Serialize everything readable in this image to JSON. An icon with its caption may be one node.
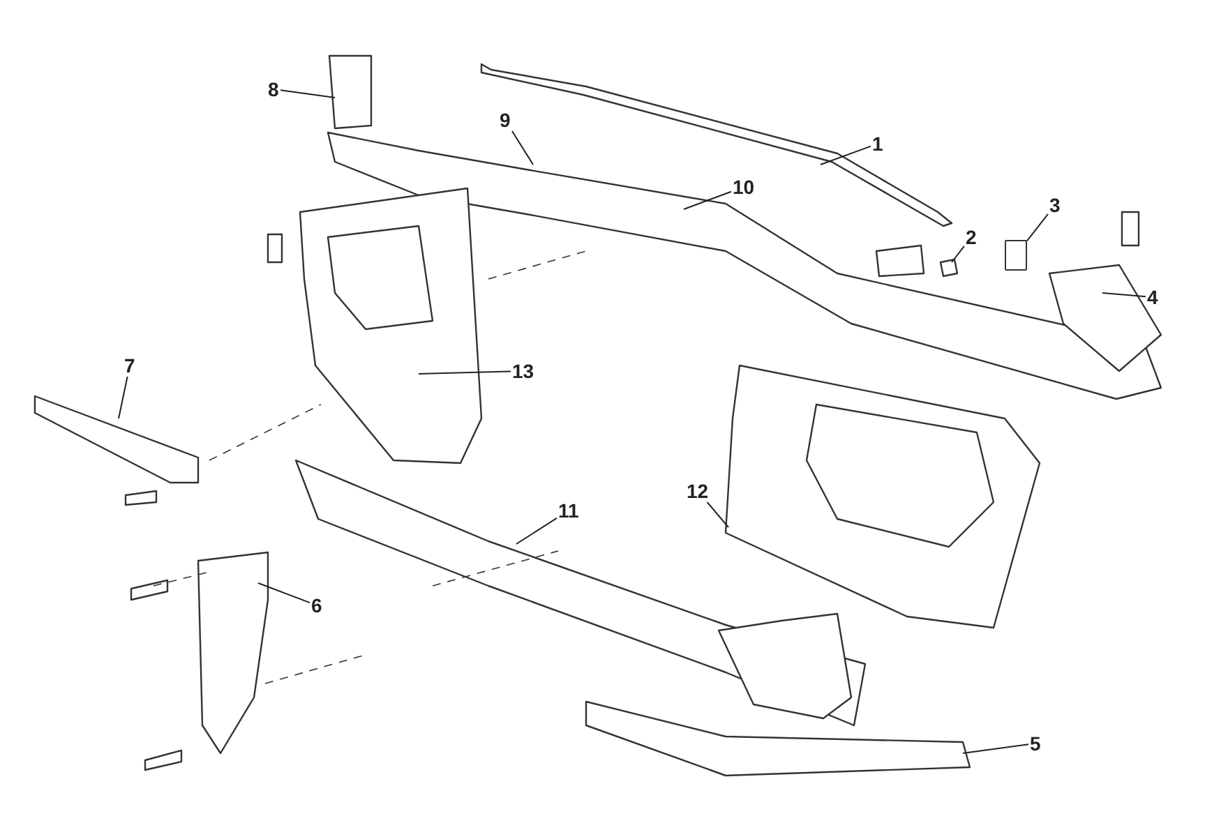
{
  "diagram": {
    "nodes": [
      {
        "text": [
          "1"
        ]
      },
      {
        "text": [
          "2"
        ]
      },
      {
        "text": [
          "3"
        ]
      },
      {
        "text": [
          "4"
        ]
      },
      {
        "text": [
          "5"
        ]
      },
      {
        "text": [
          "6"
        ]
      },
      {
        "text": [
          "7"
        ]
      },
      {
        "text": [
          "8"
        ]
      },
      {
        "text": [
          "9"
        ]
      },
      {
        "text": [
          "10"
        ]
      },
      {
        "text": [
          "11"
        ]
      },
      {
        "text": [
          "12"
        ]
      },
      {
        "text": [
          "13"
        ]
      },
      {
        "text": [],
        "shape": "box"
      }
    ],
    "edges": [
      {
        "from": 0,
        "to": null,
        "arrow": "none"
      },
      {
        "from": 1,
        "to": null,
        "arrow": "none"
      },
      {
        "from": 2,
        "to": 13,
        "arrow": "none"
      },
      {
        "from": 3,
        "to": null,
        "arrow": "none"
      },
      {
        "from": 4,
        "to": null,
        "arrow": "none"
      },
      {
        "from": 5,
        "to": null,
        "arrow": "none"
      },
      {
        "from": 6,
        "to": null,
        "arrow": "none"
      },
      {
        "from": 7,
        "to": null,
        "arrow": "none"
      },
      {
        "from": 8,
        "to": null,
        "arrow": "none"
      },
      {
        "from": 9,
        "to": null,
        "arrow": "none"
      },
      {
        "from": 10,
        "to": null,
        "arrow": "none"
      },
      {
        "from": 11,
        "to": null,
        "arrow": "none"
      },
      {
        "from": 12,
        "to": null,
        "arrow": "none"
      }
    ]
  }
}
